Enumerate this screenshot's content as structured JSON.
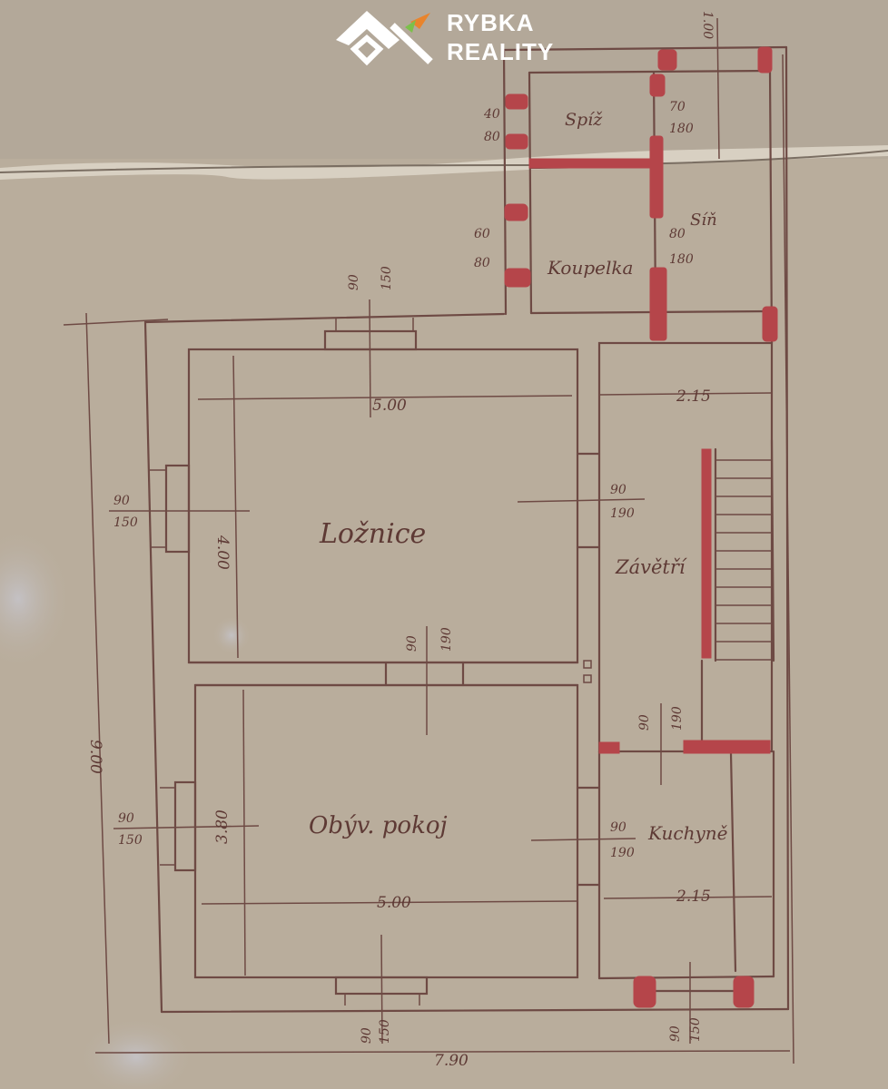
{
  "logo": {
    "line1": "RYBKA",
    "line2": "REALITY"
  },
  "rooms": {
    "loznice": "Ložnice",
    "obyvaci": "Obýv. pokoj",
    "zavetri": "Závětří",
    "kuchyne": "Kuchyně",
    "koupelka": "Koupelka",
    "spiz": "Spíž",
    "sin": "Síň"
  },
  "dims": {
    "bedroom_width": "5.00",
    "bedroom_depth": "4.00",
    "porch_width": "2.15",
    "living_width": "5.00",
    "living_depth": "3.80",
    "kitchen_width": "2.15",
    "total_depth": "9.00",
    "total_width": "7.90",
    "annex_top": "1.00",
    "w_top_a": "90",
    "w_top_b": "150",
    "w_left_a": "90",
    "w_left_b": "150",
    "d_mid_a": "90",
    "d_mid_b": "190",
    "d_porch_a": "90",
    "d_porch_b": "190",
    "w_living_a": "90",
    "w_living_b": "150",
    "d_kitchen_a": "90",
    "d_kitchen_b": "190",
    "d_stair_a": "90",
    "d_stair_b": "190",
    "w_bottom_a": "90",
    "w_bottom_b": "150",
    "d_front_a": "90",
    "d_front_b": "150",
    "spiz_a": "40",
    "spiz_b": "80",
    "spiz_door_a": "70",
    "spiz_door_b": "180",
    "bath_a": "60",
    "bath_b": "80",
    "bath_door_a": "80",
    "bath_door_b": "180"
  },
  "colors": {
    "paper": "#b9ad9c",
    "ink": "#6e4a44",
    "red_marks": "#b5454a",
    "logo_accent_orange": "#e9842c",
    "logo_accent_green": "#7cc04a"
  }
}
